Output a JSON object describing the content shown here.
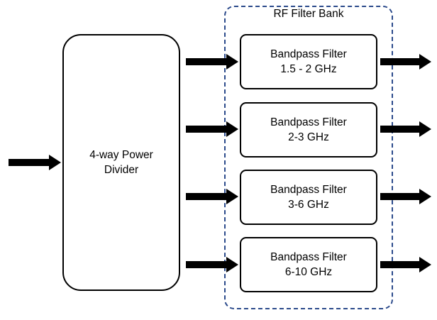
{
  "diagram": {
    "title": "RF Filter Bank",
    "divider": {
      "label": "4-way Power\nDivider"
    },
    "filters": [
      {
        "name": "Bandpass Filter",
        "range": "1.5 - 2 GHz",
        "label": "Bandpass Filter\n1.5 - 2 GHz"
      },
      {
        "name": "Bandpass Filter",
        "range": "2-3 GHz",
        "label": "Bandpass Filter\n2-3 GHz"
      },
      {
        "name": "Bandpass Filter",
        "range": "3-6 GHz",
        "label": "Bandpass Filter\n3-6 GHz"
      },
      {
        "name": "Bandpass Filter",
        "range": "6-10 GHz",
        "label": "Bandpass Filter\n6-10 GHz"
      }
    ],
    "colors": {
      "group_border": "#2b4a8b",
      "box_border": "#000000",
      "arrow": "#000000",
      "background": "#ffffff"
    }
  }
}
